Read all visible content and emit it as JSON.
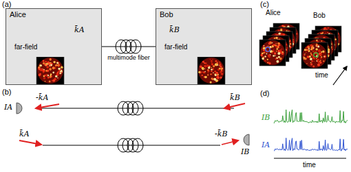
{
  "diagram": {
    "nodes": [
      {
        "text": [
          "Alice",
          "far-field"
        ]
      },
      {
        "text": [
          "Bob",
          "far-field"
        ]
      }
    ],
    "edges": [
      {
        "from": 0,
        "to": 1,
        "arrow": "none",
        "label": "multimode fiber"
      }
    ],
    "labels": [
      "(a)",
      "k̄A",
      "k̄B",
      "(b)",
      "-k̄A",
      "k̄B",
      "IA",
      "k̄A",
      "-k̄B",
      "IB",
      "(c)",
      "Alice",
      "Bob",
      "time",
      "(d)",
      "IB",
      "IA",
      "time"
    ]
  }
}
